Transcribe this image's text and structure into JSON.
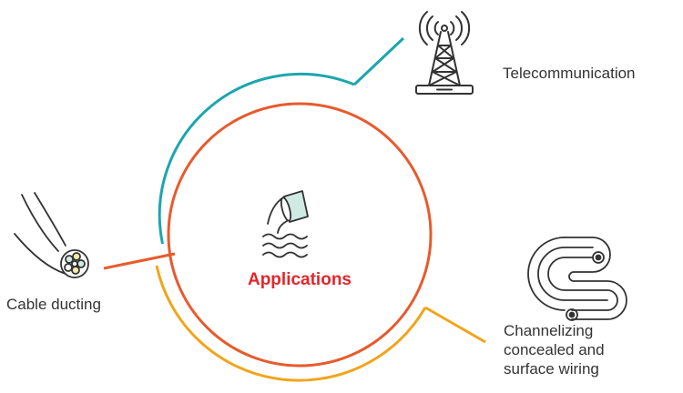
{
  "center": {
    "title": "Applications",
    "icon": "pipe-discharge-icon"
  },
  "applications": [
    {
      "label": "Telecommunication",
      "icon": "cell-tower-icon",
      "color": "#1ba6ad"
    },
    {
      "label": "Cable ducting",
      "icon": "cable-bundle-icon",
      "color": "#e85a2c"
    },
    {
      "label_lines": [
        "Channelizing",
        "concealed and",
        "surface wiring"
      ],
      "icon": "wiring-conduit-icon",
      "color": "#f0a51c"
    }
  ],
  "colors": {
    "main_circle": "#e85a2c",
    "icon_stroke": "#333333",
    "icon_fill": "#cfe9e3",
    "title": "#e4252b"
  }
}
